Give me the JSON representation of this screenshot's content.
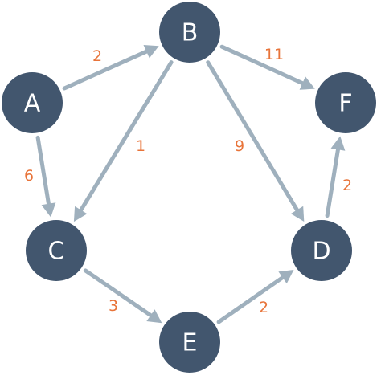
{
  "diagram": {
    "type": "directed-weighted-graph",
    "colors": {
      "node_fill": "#42566e",
      "node_label": "#ffffff",
      "edge": "#9fb0bd",
      "weight_label": "#e8743a",
      "background": "#ffffff"
    },
    "nodes": [
      {
        "id": "A",
        "label": "A"
      },
      {
        "id": "B",
        "label": "B"
      },
      {
        "id": "C",
        "label": "C"
      },
      {
        "id": "D",
        "label": "D"
      },
      {
        "id": "E",
        "label": "E"
      },
      {
        "id": "F",
        "label": "F"
      }
    ],
    "edges": [
      {
        "id": "a-b",
        "from": "A",
        "to": "B",
        "weight": "2"
      },
      {
        "id": "a-c",
        "from": "A",
        "to": "C",
        "weight": "6"
      },
      {
        "id": "b-c",
        "from": "B",
        "to": "C",
        "weight": "1"
      },
      {
        "id": "b-f",
        "from": "B",
        "to": "F",
        "weight": "11"
      },
      {
        "id": "b-d",
        "from": "B",
        "to": "D",
        "weight": "9"
      },
      {
        "id": "c-e",
        "from": "C",
        "to": "E",
        "weight": "3"
      },
      {
        "id": "e-d",
        "from": "E",
        "to": "D",
        "weight": "2"
      },
      {
        "id": "d-f",
        "from": "D",
        "to": "F",
        "weight": "2"
      }
    ]
  }
}
